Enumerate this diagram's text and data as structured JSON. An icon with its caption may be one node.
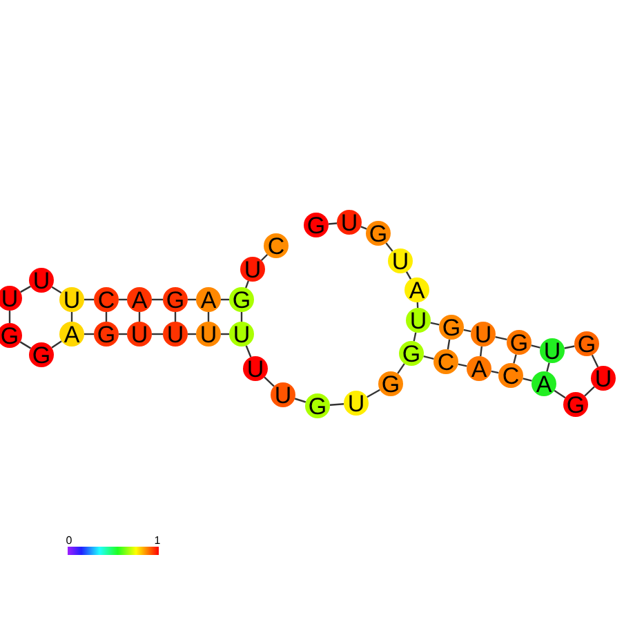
{
  "diagram": {
    "nodes": [
      {
        "text": [
          "C"
        ]
      },
      {
        "text": [
          "U"
        ]
      },
      {
        "text": [
          "G"
        ]
      },
      {
        "text": [
          "A"
        ]
      },
      {
        "text": [
          "G"
        ]
      },
      {
        "text": [
          "A"
        ]
      },
      {
        "text": [
          "C"
        ]
      },
      {
        "text": [
          "U"
        ]
      },
      {
        "text": [
          "U"
        ]
      },
      {
        "text": [
          "U"
        ]
      },
      {
        "text": [
          "G"
        ]
      },
      {
        "text": [
          "G"
        ]
      },
      {
        "text": [
          "A"
        ]
      },
      {
        "text": [
          "G"
        ]
      },
      {
        "text": [
          "U"
        ]
      },
      {
        "text": [
          "U"
        ]
      },
      {
        "text": [
          "U"
        ]
      },
      {
        "text": [
          "U"
        ]
      },
      {
        "text": [
          "U"
        ]
      },
      {
        "text": [
          "U"
        ]
      },
      {
        "text": [
          "G"
        ]
      },
      {
        "text": [
          "U"
        ]
      },
      {
        "text": [
          "G"
        ]
      },
      {
        "text": [
          "G"
        ]
      },
      {
        "text": [
          "C"
        ]
      },
      {
        "text": [
          "A"
        ]
      },
      {
        "text": [
          "C"
        ]
      },
      {
        "text": [
          "A"
        ]
      },
      {
        "text": [
          "G"
        ]
      },
      {
        "text": [
          "U"
        ]
      },
      {
        "text": [
          "G"
        ]
      },
      {
        "text": [
          "U"
        ]
      },
      {
        "text": [
          "G"
        ]
      },
      {
        "text": [
          "U"
        ]
      },
      {
        "text": [
          "G"
        ]
      },
      {
        "text": [
          "U"
        ]
      },
      {
        "text": [
          "A"
        ]
      },
      {
        "text": [
          "U"
        ]
      },
      {
        "text": [
          "G"
        ]
      },
      {
        "text": [
          "U"
        ]
      },
      {
        "text": [
          "G"
        ]
      }
    ],
    "edges": [
      {
        "from": 0,
        "to": 1,
        "arrow": "none"
      },
      {
        "from": 1,
        "to": 2,
        "arrow": "none"
      },
      {
        "from": 2,
        "to": 3,
        "arrow": "none"
      },
      {
        "from": 3,
        "to": 4,
        "arrow": "none"
      },
      {
        "from": 4,
        "to": 5,
        "arrow": "none"
      },
      {
        "from": 5,
        "to": 6,
        "arrow": "none"
      },
      {
        "from": 6,
        "to": 7,
        "arrow": "none"
      },
      {
        "from": 7,
        "to": 8,
        "arrow": "none"
      },
      {
        "from": 8,
        "to": 9,
        "arrow": "none"
      },
      {
        "from": 9,
        "to": 10,
        "arrow": "none"
      },
      {
        "from": 10,
        "to": 11,
        "arrow": "none"
      },
      {
        "from": 11,
        "to": 12,
        "arrow": "none"
      },
      {
        "from": 12,
        "to": 13,
        "arrow": "none"
      },
      {
        "from": 13,
        "to": 14,
        "arrow": "none"
      },
      {
        "from": 14,
        "to": 15,
        "arrow": "none"
      },
      {
        "from": 15,
        "to": 16,
        "arrow": "none"
      },
      {
        "from": 16,
        "to": 17,
        "arrow": "none"
      },
      {
        "from": 17,
        "to": 18,
        "arrow": "none"
      },
      {
        "from": 18,
        "to": 19,
        "arrow": "none"
      },
      {
        "from": 19,
        "to": 20,
        "arrow": "none"
      },
      {
        "from": 20,
        "to": 21,
        "arrow": "none"
      },
      {
        "from": 21,
        "to": 22,
        "arrow": "none"
      },
      {
        "from": 22,
        "to": 23,
        "arrow": "none"
      },
      {
        "from": 23,
        "to": 24,
        "arrow": "none"
      },
      {
        "from": 24,
        "to": 25,
        "arrow": "none"
      },
      {
        "from": 25,
        "to": 26,
        "arrow": "none"
      },
      {
        "from": 26,
        "to": 27,
        "arrow": "none"
      },
      {
        "from": 27,
        "to": 28,
        "arrow": "none"
      },
      {
        "from": 28,
        "to": 29,
        "arrow": "none"
      },
      {
        "from": 29,
        "to": 30,
        "arrow": "none"
      },
      {
        "from": 30,
        "to": 31,
        "arrow": "none"
      },
      {
        "from": 31,
        "to": 32,
        "arrow": "none"
      },
      {
        "from": 32,
        "to": 33,
        "arrow": "none"
      },
      {
        "from": 33,
        "to": 34,
        "arrow": "none"
      },
      {
        "from": 34,
        "to": 35,
        "arrow": "none"
      },
      {
        "from": 35,
        "to": 36,
        "arrow": "none"
      },
      {
        "from": 36,
        "to": 37,
        "arrow": "none"
      },
      {
        "from": 37,
        "to": 38,
        "arrow": "none"
      },
      {
        "from": 38,
        "to": 39,
        "arrow": "none"
      },
      {
        "from": 39,
        "to": 40,
        "arrow": "none"
      },
      {
        "from": 7,
        "to": 12,
        "arrow": "none"
      },
      {
        "from": 6,
        "to": 13,
        "arrow": "none"
      },
      {
        "from": 5,
        "to": 14,
        "arrow": "none"
      },
      {
        "from": 4,
        "to": 15,
        "arrow": "none"
      },
      {
        "from": 3,
        "to": 16,
        "arrow": "none"
      },
      {
        "from": 2,
        "to": 17,
        "arrow": "none"
      },
      {
        "from": 23,
        "to": 35,
        "arrow": "none"
      },
      {
        "from": 24,
        "to": 34,
        "arrow": "none"
      },
      {
        "from": 25,
        "to": 33,
        "arrow": "none"
      },
      {
        "from": 26,
        "to": 32,
        "arrow": "none"
      },
      {
        "from": 27,
        "to": 31,
        "arrow": "none"
      }
    ],
    "labels": [
      "0",
      "1"
    ]
  }
}
